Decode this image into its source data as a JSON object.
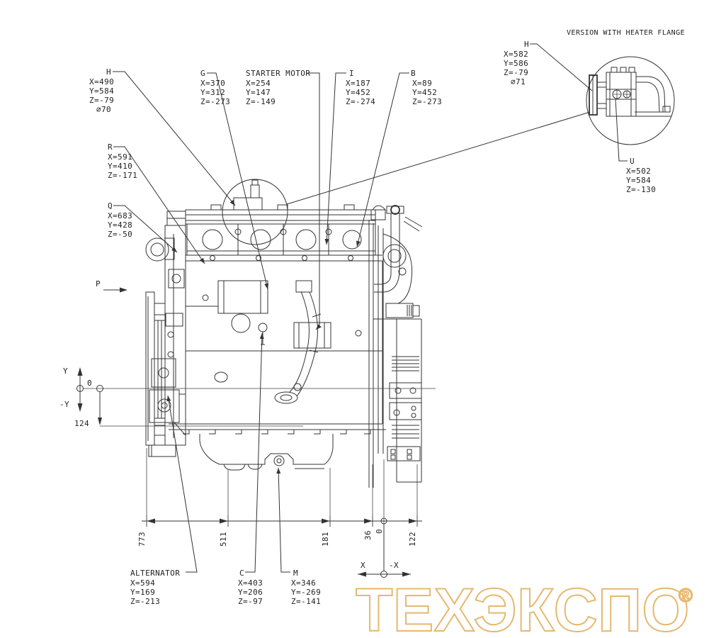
{
  "detail": {
    "title": "VERSION WITH HEATER FLANGE"
  },
  "callouts": {
    "h_main": {
      "id": "H",
      "x": "X=490",
      "y": "Y=584",
      "z": "Z=-79",
      "dia": "⌀70"
    },
    "r": {
      "id": "R",
      "x": "X=591",
      "y": "Y=410",
      "z": "Z=-171"
    },
    "q": {
      "id": "Q",
      "x": "X=683",
      "y": "Y=428",
      "z": "Z=-50"
    },
    "g": {
      "id": "G",
      "x": "X=370",
      "y": "Y=312",
      "z": "Z=-273"
    },
    "starter_motor": {
      "id": "STARTER MOTOR",
      "x": "X=254",
      "y": "Y=147",
      "z": "Z=-149"
    },
    "i": {
      "id": "I",
      "x": "X=187",
      "y": "Y=452",
      "z": "Z=-274"
    },
    "b": {
      "id": "B",
      "x": "X=89",
      "y": "Y=452",
      "z": "Z=-273"
    },
    "alternator": {
      "id": "ALTERNATOR",
      "x": "X=594",
      "y": "Y=169",
      "z": "Z=-213"
    },
    "c": {
      "id": "C",
      "x": "X=403",
      "y": "Y=206",
      "z": "Z=-97"
    },
    "m": {
      "id": "M",
      "x": "X=346",
      "y": "Y=-269",
      "z": "Z=-141"
    },
    "h_detail": {
      "id": "H",
      "x": "X=582",
      "y": "Y=586",
      "z": "Z=-79",
      "dia": "⌀71"
    },
    "u": {
      "id": "U",
      "x": "X=502",
      "y": "Y=584",
      "z": "Z=-130"
    }
  },
  "dimensions": {
    "horizontal": [
      "773",
      "511",
      "181",
      "36",
      "0",
      "122"
    ],
    "vertical_offset": "124",
    "y_zero": "0"
  },
  "axes": {
    "p_view": "P",
    "x_pos": "X",
    "x_neg": "-X",
    "y_pos": "Y",
    "y_neg": "-Y"
  },
  "watermark": {
    "text": "ТЕХЭКСПО",
    "registered": "®"
  },
  "colors": {
    "line": "#333333",
    "text": "#222222",
    "watermark": "#e6b86e"
  }
}
